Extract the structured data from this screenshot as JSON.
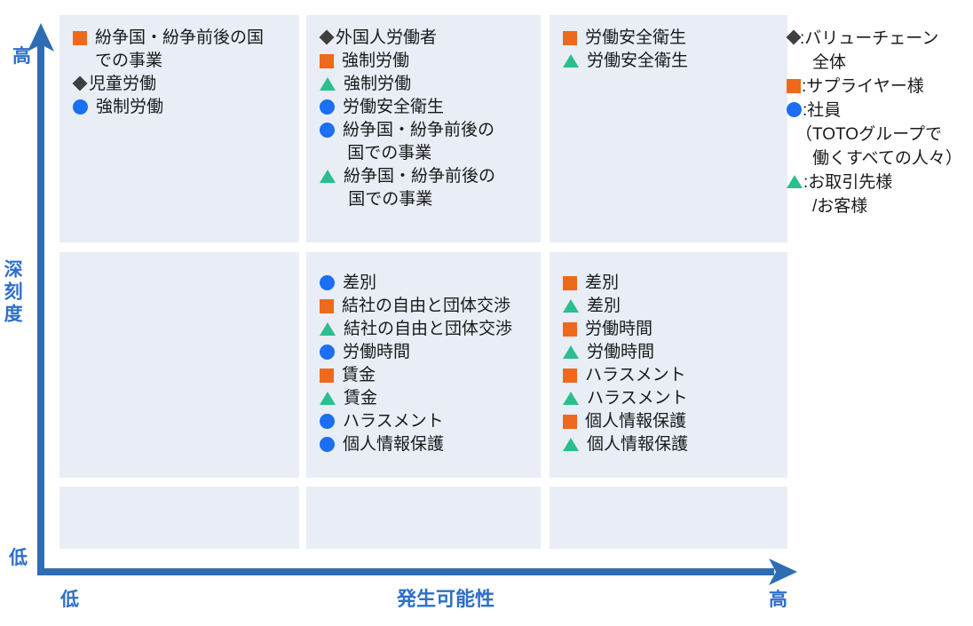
{
  "axes": {
    "y_title": "深刻度",
    "y_high": "高",
    "y_low": "低",
    "x_title": "発生可能性",
    "x_low": "低",
    "x_high": "高"
  },
  "colors": {
    "axis": "#2E6DB4",
    "axis_label": "#2E6FC8",
    "cell_bg": "#E8EDF6",
    "supplier_orange": "#ED6A1C",
    "employee_blue": "#1C6EF2",
    "partner_green": "#2BBE8E",
    "valuechain_dark": "#3F3F3F",
    "text": "#1A1A1A"
  },
  "legend": {
    "items": [
      {
        "symbol": "diamond",
        "lines": [
          ":バリューチェーン",
          "　全体"
        ]
      },
      {
        "symbol": "square",
        "lines": [
          ":サプライヤー様"
        ]
      },
      {
        "symbol": "circle",
        "lines": [
          ":社員",
          "（TOTOグループで",
          "　働くすべての人々）"
        ]
      },
      {
        "symbol": "triangle",
        "lines": [
          ":お取引先様",
          "　/お客様"
        ]
      }
    ]
  },
  "grid": {
    "cells": [
      {
        "id": "r1c1",
        "severity": "high",
        "likelihood": "low",
        "items": [
          {
            "symbol": "square",
            "lines": [
              "紛争国・紛争前後の国",
              "での事業"
            ]
          },
          {
            "symbol": "diamond",
            "lines": [
              "児童労働"
            ]
          },
          {
            "symbol": "circle",
            "lines": [
              "強制労働"
            ]
          }
        ]
      },
      {
        "id": "r1c2",
        "severity": "high",
        "likelihood": "middle",
        "items": [
          {
            "symbol": "diamond",
            "lines": [
              "外国人労働者"
            ]
          },
          {
            "symbol": "square",
            "lines": [
              "強制労働"
            ]
          },
          {
            "symbol": "triangle",
            "lines": [
              "強制労働"
            ]
          },
          {
            "symbol": "circle",
            "lines": [
              "労働安全衛生"
            ]
          },
          {
            "symbol": "circle",
            "lines": [
              "紛争国・紛争前後の",
              " 国での事業"
            ]
          },
          {
            "symbol": "triangle",
            "lines": [
              "紛争国・紛争前後の",
              " 国での事業"
            ]
          }
        ]
      },
      {
        "id": "r1c3",
        "severity": "high",
        "likelihood": "high",
        "items": [
          {
            "symbol": "square",
            "lines": [
              "労働安全衛生"
            ]
          },
          {
            "symbol": "triangle",
            "lines": [
              "労働安全衛生"
            ]
          }
        ]
      },
      {
        "id": "r2c1",
        "severity": "middle",
        "likelihood": "low",
        "items": []
      },
      {
        "id": "r2c2",
        "severity": "middle",
        "likelihood": "middle",
        "items": [
          {
            "symbol": "circle",
            "lines": [
              "差別"
            ]
          },
          {
            "symbol": "square",
            "lines": [
              "結社の自由と団体交渉"
            ]
          },
          {
            "symbol": "triangle",
            "lines": [
              "結社の自由と団体交渉"
            ]
          },
          {
            "symbol": "circle",
            "lines": [
              "労働時間"
            ]
          },
          {
            "symbol": "square",
            "lines": [
              "賃金"
            ]
          },
          {
            "symbol": "triangle",
            "lines": [
              "賃金"
            ]
          },
          {
            "symbol": "circle",
            "lines": [
              "ハラスメント"
            ]
          },
          {
            "symbol": "circle",
            "lines": [
              "個人情報保護"
            ]
          }
        ]
      },
      {
        "id": "r2c3",
        "severity": "middle",
        "likelihood": "high",
        "items": [
          {
            "symbol": "square",
            "lines": [
              "差別"
            ]
          },
          {
            "symbol": "triangle",
            "lines": [
              "差別"
            ]
          },
          {
            "symbol": "square",
            "lines": [
              "労働時間"
            ]
          },
          {
            "symbol": "triangle",
            "lines": [
              "労働時間"
            ]
          },
          {
            "symbol": "square",
            "lines": [
              "ハラスメント"
            ]
          },
          {
            "symbol": "triangle",
            "lines": [
              "ハラスメント"
            ]
          },
          {
            "symbol": "square",
            "lines": [
              "個人情報保護"
            ]
          },
          {
            "symbol": "triangle",
            "lines": [
              "個人情報保護"
            ]
          }
        ]
      },
      {
        "id": "r3c1",
        "severity": "low",
        "likelihood": "low",
        "items": []
      },
      {
        "id": "r3c2",
        "severity": "low",
        "likelihood": "middle",
        "items": []
      },
      {
        "id": "r3c3",
        "severity": "low",
        "likelihood": "high",
        "items": []
      }
    ]
  }
}
